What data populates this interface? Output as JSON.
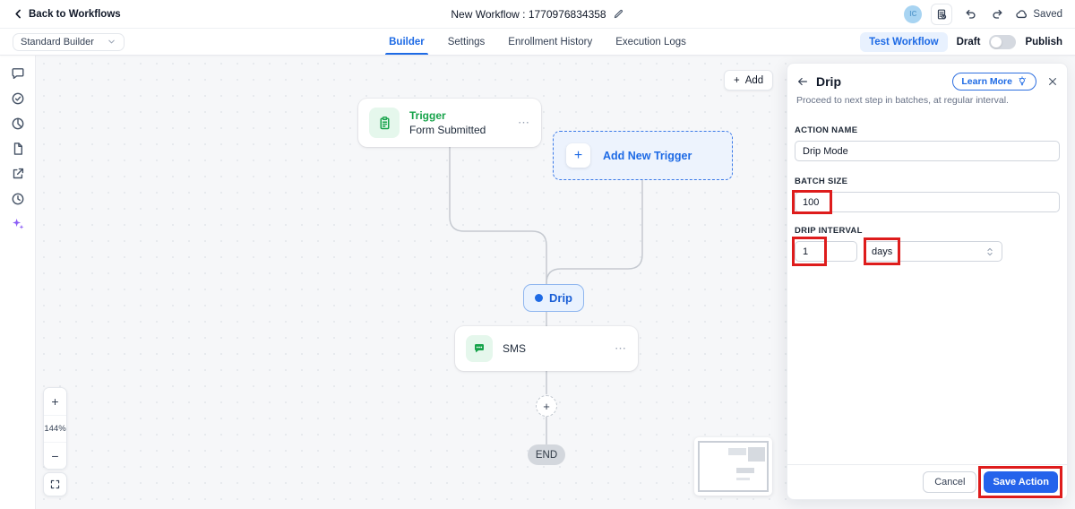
{
  "header": {
    "back_label": "Back to Workflows",
    "title": "New Workflow : 1770976834358",
    "avatar_initials": "IC",
    "saved_label": "Saved"
  },
  "toolbar": {
    "builder_select": "Standard Builder",
    "tabs": [
      {
        "label": "Builder",
        "active": true
      },
      {
        "label": "Settings",
        "active": false
      },
      {
        "label": "Enrollment History",
        "active": false
      },
      {
        "label": "Execution Logs",
        "active": false
      }
    ],
    "test_workflow_label": "Test Workflow",
    "draft_label": "Draft",
    "publish_label": "Publish"
  },
  "sidebar": {
    "icons": [
      "comment",
      "check-circle",
      "pie-chart",
      "file",
      "external-link",
      "clock",
      "ai-sparkles"
    ]
  },
  "canvas": {
    "add_button_label": "Add",
    "zoom_level": "144%",
    "trigger_node": {
      "title": "Trigger",
      "subtitle": "Form Submitted"
    },
    "add_new_trigger_label": "Add New Trigger",
    "drip_node_label": "Drip",
    "sms_node_label": "SMS",
    "end_label": "END"
  },
  "panel": {
    "title": "Drip",
    "learn_more_label": "Learn More",
    "description": "Proceed to next step in batches, at regular interval.",
    "action_name_label": "ACTION NAME",
    "action_name_value": "Drip Mode",
    "batch_size_label": "BATCH SIZE",
    "batch_size_value": "100",
    "drip_interval_label": "DRIP INTERVAL",
    "drip_interval_value": "1",
    "drip_interval_unit": "days",
    "cancel_label": "Cancel",
    "save_label": "Save Action"
  },
  "glyphs": {
    "plus": "+",
    "minus": "−",
    "dots": "⋯"
  },
  "colors": {
    "accent_blue": "#1d6ae5",
    "save_button_blue": "#2563eb",
    "trigger_green": "#16a34a",
    "annotation_red": "#de1c1c",
    "canvas_bg": "#f6f7f9"
  }
}
